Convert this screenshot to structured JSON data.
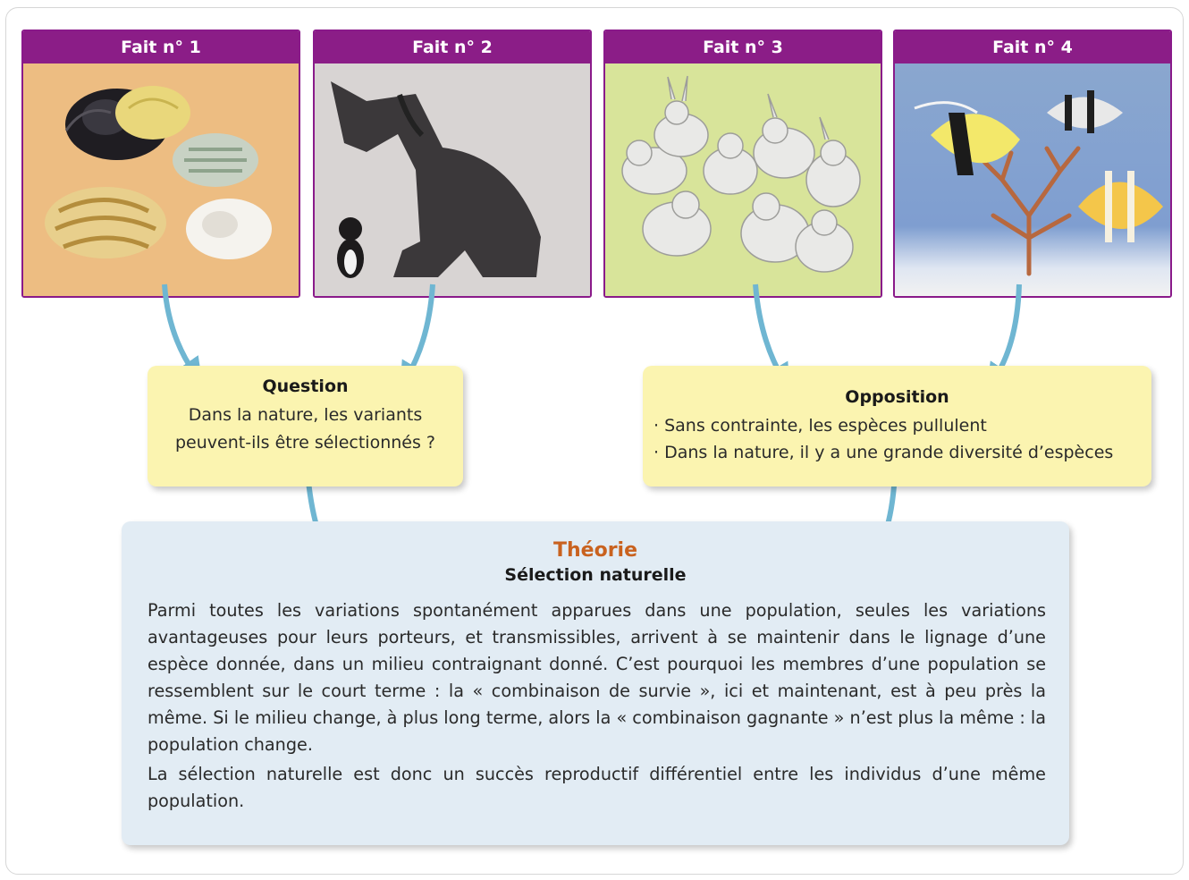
{
  "facts": [
    {
      "label": "Fait n° 1",
      "image": "snail-shells-illustration"
    },
    {
      "label": "Fait n° 2",
      "image": "great-dane-and-kitten-illustration"
    },
    {
      "label": "Fait n° 3",
      "image": "white-rabbits-illustration"
    },
    {
      "label": "Fait n° 4",
      "image": "tropical-fish-and-coral-illustration"
    }
  ],
  "question": {
    "title": "Question",
    "text": "Dans la nature, les variants peuvent-ils être sélectionnés ?"
  },
  "opposition": {
    "title": "Opposition",
    "items": [
      "Sans contrainte, les espèces pullulent",
      "Dans la nature, il y a une grande diversité d’espèces"
    ]
  },
  "theory": {
    "title": "Théorie",
    "subtitle": "Sélection naturelle",
    "paragraphs": [
      "Parmi toutes les variations spontanément apparues dans une population, seules les variations avantageuses pour leurs porteurs, et transmissibles, arrivent à se maintenir dans le lignage d’une espèce donnée, dans un milieu contraignant donné. C’est pourquoi les membres d’une population se ressemblent sur le court terme : la « combinaison de survie », ici et maintenant, est à peu près la même. Si le milieu change, à plus long terme, alors la « combinaison gagnante » n’est plus la même : la population change.",
      "La sélection naturelle est donc un succès reproductif différentiel entre les individus d’une même population."
    ]
  },
  "colors": {
    "header": "#8b1d87",
    "box_yellow": "#fbf4b0",
    "box_blue": "#e2ecf4",
    "arrow": "#6fb6d2",
    "theory_title": "#c9621f"
  }
}
